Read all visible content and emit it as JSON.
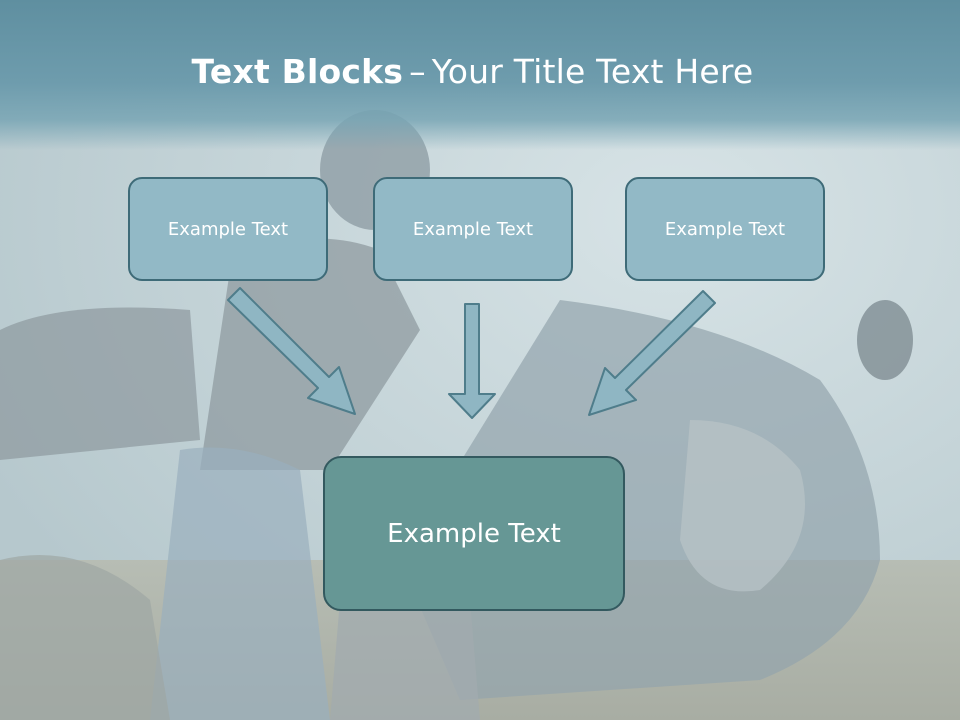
{
  "slide": {
    "title_bold": "Text Blocks",
    "title_dash": "–",
    "title_rest": "Your Title Text Here"
  },
  "blocks": [
    {
      "text": "Example Text"
    },
    {
      "text": "Example Text"
    },
    {
      "text": "Example Text"
    }
  ],
  "target": {
    "text": "Example Text"
  },
  "colors": {
    "title_band": "#6e9cad",
    "small_box_fill": "#92b9c6",
    "small_box_border": "#3e6b78",
    "main_box_fill": "#669795",
    "main_box_border": "#33595f",
    "arrow_fill": "#8fb6c3",
    "arrow_stroke": "#4f7d8b"
  }
}
